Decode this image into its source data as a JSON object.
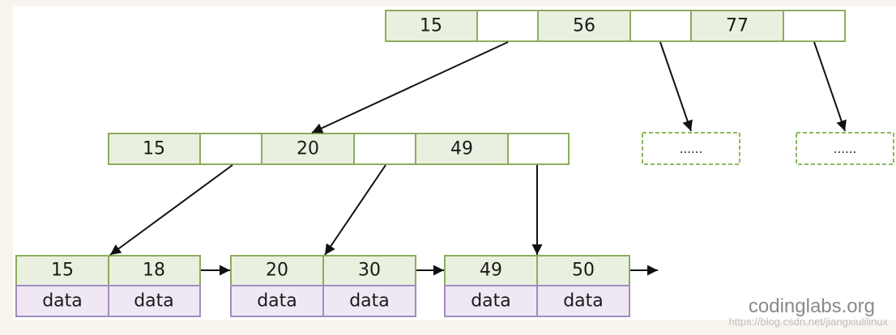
{
  "root_node": {
    "keys": [
      "15",
      "56",
      "77"
    ]
  },
  "internal_node": {
    "keys": [
      "15",
      "20",
      "49"
    ]
  },
  "placeholders": [
    "......",
    "......"
  ],
  "leaves": [
    {
      "keys": [
        "15",
        "18"
      ],
      "data": [
        "data",
        "data"
      ]
    },
    {
      "keys": [
        "20",
        "30"
      ],
      "data": [
        "data",
        "data"
      ]
    },
    {
      "keys": [
        "49",
        "50"
      ],
      "data": [
        "data",
        "data"
      ]
    }
  ],
  "credit": "codinglabs.org",
  "watermark": "https://blog.csdn.net/jiangxiulilinux",
  "colors": {
    "key_fill": "#eaf0df",
    "key_border": "#8dac5e",
    "data_fill": "#efe8f4",
    "data_border": "#a28cc0",
    "arrow": "#111111",
    "background": "#f8f5ef"
  }
}
